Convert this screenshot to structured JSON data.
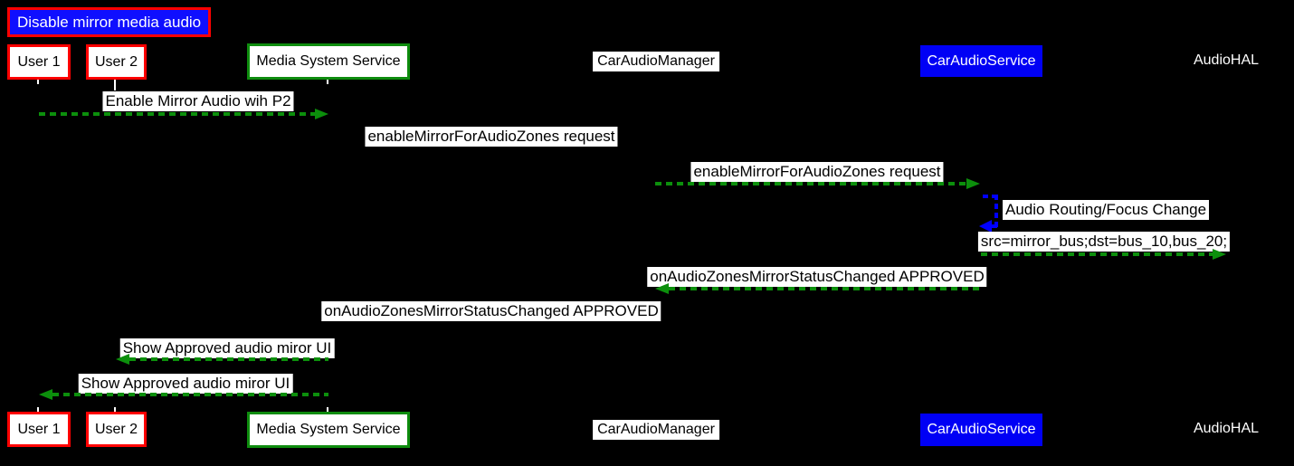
{
  "diagram": {
    "kind": "sequence-diagram",
    "title": {
      "label": "Disable mirror media audio"
    },
    "colors": {
      "background": "#000000",
      "message_arrow_green": "#0c8f0c",
      "self_arrow_blue": "#0000ff",
      "label_bg": "#ffffff",
      "label_text": "#000000",
      "actor_red_border": "#ff0000",
      "actor_green_border": "#0e8c0e",
      "actor_blue_bg": "#0000f5",
      "title_bg": "#0f0fff",
      "title_border": "#ff0000"
    },
    "actors": [
      {
        "id": "user-1",
        "label": "User 1",
        "style": "red-box"
      },
      {
        "id": "user-2",
        "label": "User 2",
        "style": "red-box"
      },
      {
        "id": "media-system-service",
        "label": "Media System Service",
        "style": "green-box"
      },
      {
        "id": "car-audio-manager",
        "label": "CarAudioManager",
        "style": "white-label"
      },
      {
        "id": "car-audio-service",
        "label": "CarAudioService",
        "style": "blue-box"
      },
      {
        "id": "audio-hal",
        "label": "AudioHAL",
        "style": "plain-text"
      }
    ],
    "messages": [
      {
        "label": "Enable Mirror Audio wih P2",
        "from": "User 1",
        "to": "Media System Service",
        "arrow": "green-dashed-right"
      },
      {
        "label": "enableMirrorForAudioZones request",
        "from": "Media System Service",
        "to": "CarAudioManager",
        "arrow": "none-visible"
      },
      {
        "label": "enableMirrorForAudioZones request",
        "from": "CarAudioManager",
        "to": "CarAudioService",
        "arrow": "green-dashed-right"
      },
      {
        "label": "Audio Routing/Focus Change",
        "from": "CarAudioService",
        "to": "CarAudioService",
        "arrow": "blue-dashed-self"
      },
      {
        "label": "src=mirror_bus;dst=bus_10,bus_20;",
        "from": "CarAudioService",
        "to": "AudioHAL",
        "arrow": "green-dashed-right"
      },
      {
        "label": "onAudioZonesMirrorStatusChanged APPROVED",
        "from": "CarAudioService",
        "to": "CarAudioManager",
        "arrow": "green-dashed-left"
      },
      {
        "label": "onAudioZonesMirrorStatusChanged APPROVED",
        "from": "CarAudioManager",
        "to": "Media System Service",
        "arrow": "none-visible"
      },
      {
        "label": "Show Approved audio miror UI",
        "from": "Media System Service",
        "to": "User 2",
        "arrow": "green-dashed-left"
      },
      {
        "label": "Show Approved audio miror UI",
        "from": "Media System Service",
        "to": "User 1",
        "arrow": "green-dashed-left"
      }
    ]
  }
}
